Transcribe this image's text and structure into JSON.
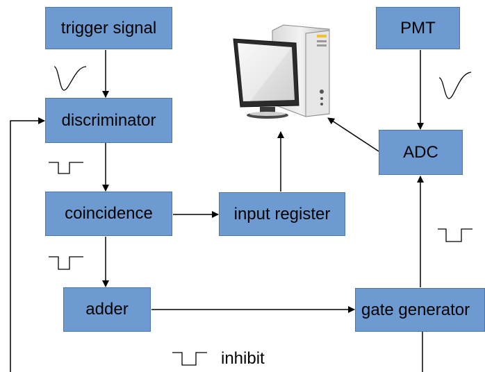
{
  "blocks": {
    "trigger_signal": "trigger signal",
    "discriminator": "discriminator",
    "coincidence": "coincidence",
    "adder": "adder",
    "input_register": "input register",
    "pmt": "PMT",
    "adc": "ADC",
    "gate_generator": "gate generator"
  },
  "annotations": {
    "inhibit": "inhibit"
  },
  "icons": {
    "computer": "desktop-computer-icon",
    "analog_pulse": "negative-pulse-icon",
    "logic_pulse": "logic-pulse-icon"
  }
}
